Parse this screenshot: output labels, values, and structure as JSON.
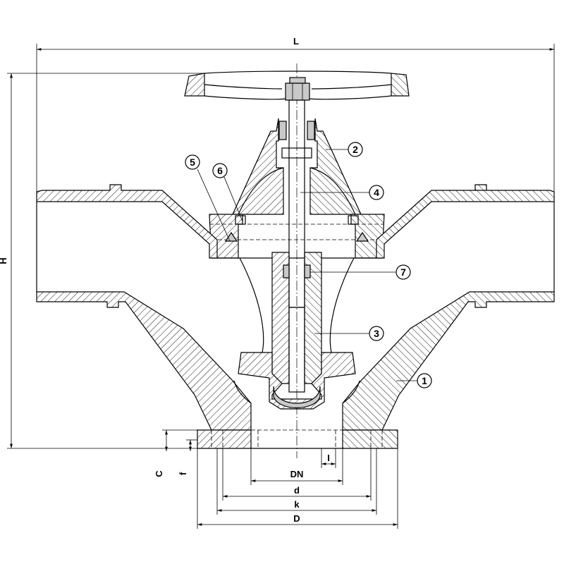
{
  "dimensions": {
    "L": "L",
    "H": "H",
    "C": "C",
    "f": "f",
    "DN": "DN",
    "I": "I",
    "d": "d",
    "k": "k",
    "D": "D"
  },
  "parts": [
    "1",
    "2",
    "3",
    "4",
    "5",
    "6",
    "7"
  ]
}
